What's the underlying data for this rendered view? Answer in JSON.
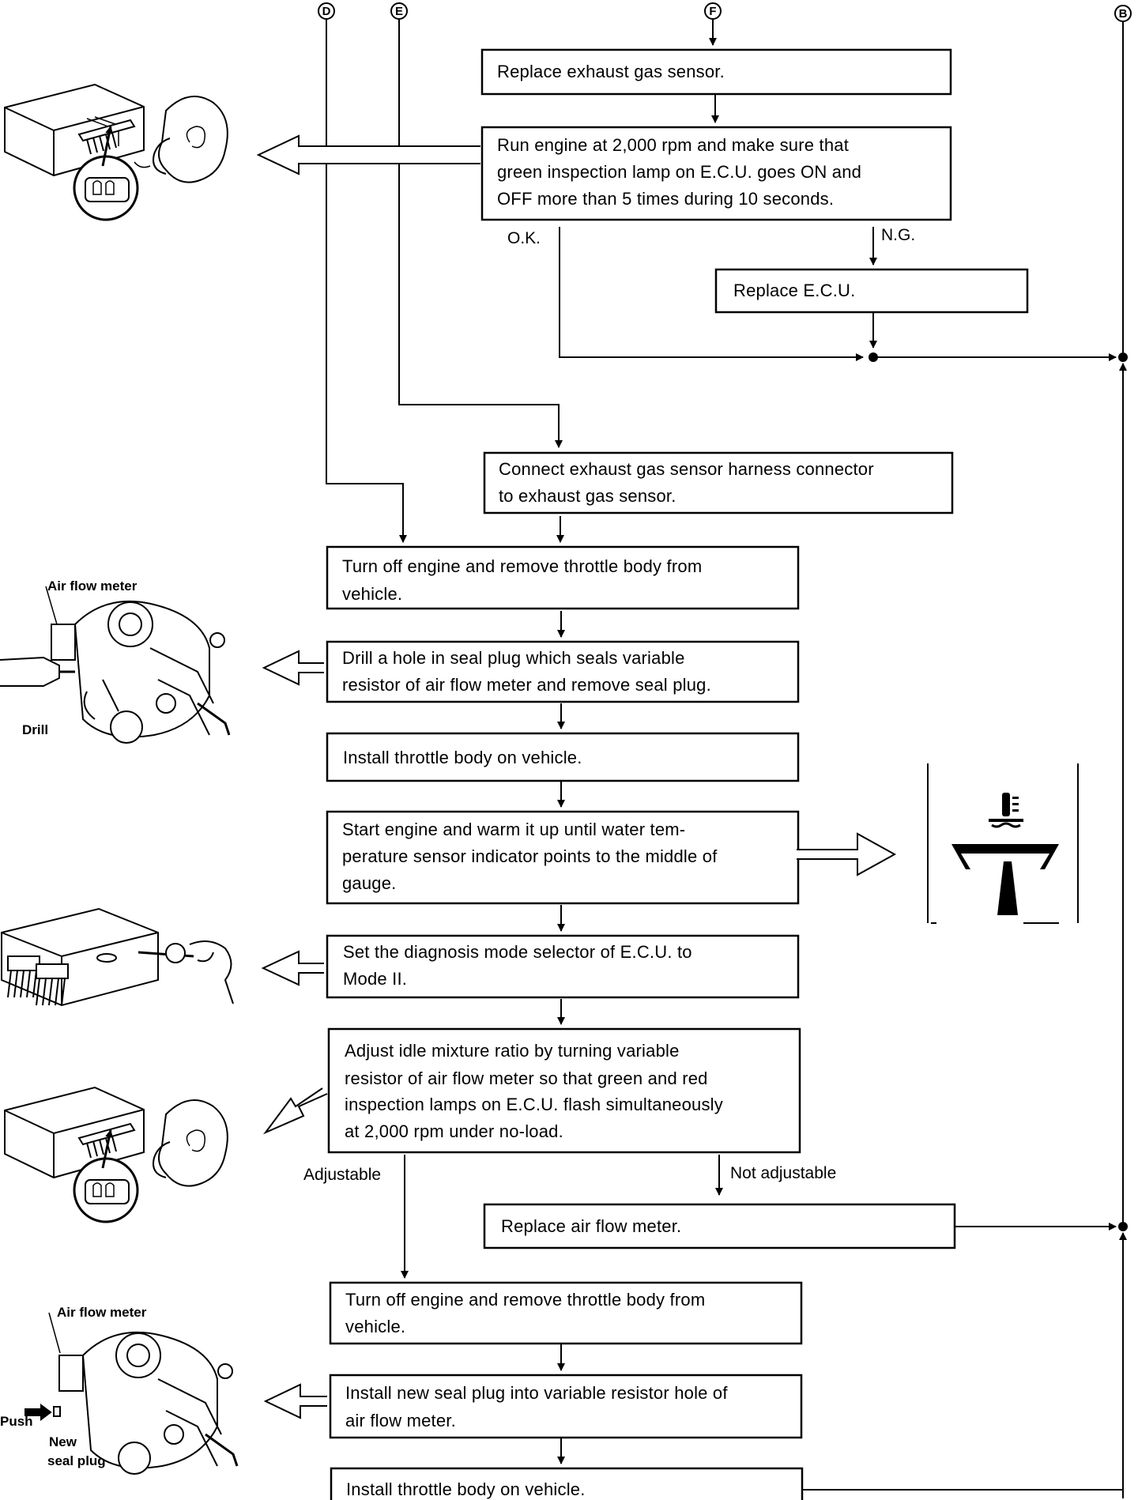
{
  "connectors": {
    "d": "D",
    "e": "E",
    "f": "F",
    "b": "B"
  },
  "steps": {
    "replace_sensor": [
      "Replace exhaust gas sensor."
    ],
    "run_engine": [
      "Run engine at 2,000 rpm and make sure that",
      "green inspection lamp on E.C.U. goes ON and",
      "OFF more than 5 times during 10 seconds."
    ],
    "replace_ecu": [
      "Replace E.C.U."
    ],
    "connect_harness": [
      "Connect exhaust gas sensor harness connector",
      "to exhaust gas sensor."
    ],
    "turn_off_1": [
      "Turn off engine and remove throttle body from",
      "vehicle."
    ],
    "drill_hole": [
      "Drill a hole in seal plug which seals variable",
      "resistor of air flow meter and remove seal plug."
    ],
    "install_1": [
      "Install throttle body on vehicle."
    ],
    "warm_up": [
      "Start engine and warm it up until water tem-",
      "perature sensor indicator points to the middle of",
      "gauge."
    ],
    "set_mode": [
      "Set the diagnosis mode selector of E.C.U. to",
      "Mode II."
    ],
    "adjust_idle": [
      "Adjust idle mixture ratio by turning variable",
      "resistor of air flow meter so that green and red",
      "inspection lamps on E.C.U. flash simultaneously",
      "at 2,000 rpm under no-load."
    ],
    "replace_afm": [
      "Replace air flow meter."
    ],
    "turn_off_2": [
      "Turn off engine and remove throttle body from",
      "vehicle."
    ],
    "install_seal": [
      "Install new seal plug into variable resistor hole of",
      "air flow meter."
    ],
    "install_2": [
      "Install throttle body on vehicle."
    ]
  },
  "branch_labels": {
    "ok": "O.K.",
    "ng": "N.G.",
    "adjustable": "Adjustable",
    "not_adjustable": "Not adjustable"
  },
  "illustration_labels": {
    "air_flow_meter_1": "Air flow meter",
    "drill": "Drill",
    "air_flow_meter_2": "Air flow meter",
    "push": "Push",
    "new": "New",
    "seal_plug": "seal plug"
  }
}
